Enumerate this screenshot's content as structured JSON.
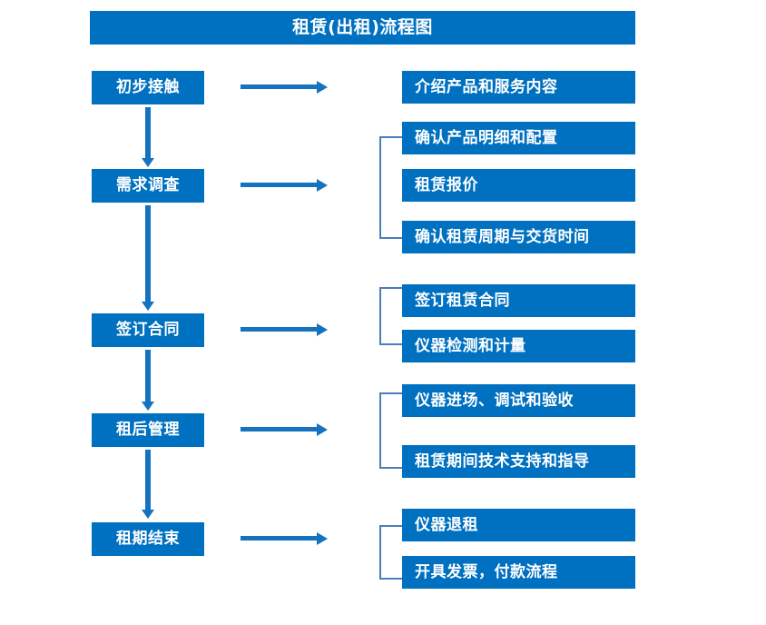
{
  "diagram": {
    "title": "租赁(出租)流程图",
    "colors": {
      "box_fill": "#0070C0",
      "box_text": "#FFFFFF",
      "arrow": "#1572BE",
      "bracket": "#4A7EBB",
      "background": "#FFFFFF"
    },
    "stages": [
      {
        "label": "初步接触"
      },
      {
        "label": "需求调查"
      },
      {
        "label": "签订合同"
      },
      {
        "label": "租后管理"
      },
      {
        "label": "租期结束"
      }
    ],
    "details": [
      {
        "label": "介绍产品和服务内容"
      },
      {
        "label": "确认产品明细和配置"
      },
      {
        "label": "租赁报价"
      },
      {
        "label": "确认租赁周期与交货时间"
      },
      {
        "label": "签订租赁合同"
      },
      {
        "label": "仪器检测和计量"
      },
      {
        "label": "仪器进场、调试和验收"
      },
      {
        "label": "租赁期间技术支持和指导"
      },
      {
        "label": "仪器退租"
      },
      {
        "label": "开具发票，付款流程"
      }
    ],
    "groups": [
      {
        "name": "needs-survey-group",
        "members": [
          "确认产品明细和配置",
          "租赁报价",
          "确认租赁周期与交货时间"
        ]
      },
      {
        "name": "contract-group",
        "members": [
          "签订租赁合同",
          "仪器检测和计量"
        ]
      },
      {
        "name": "post-rental-group",
        "members": [
          "仪器进场、调试和验收",
          "租赁期间技术支持和指导"
        ]
      },
      {
        "name": "rental-end-group",
        "members": [
          "仪器退租",
          "开具发票，付款流程"
        ]
      }
    ],
    "flow_arrows": {
      "vertical_count": 4,
      "horizontal_count": 5
    }
  }
}
